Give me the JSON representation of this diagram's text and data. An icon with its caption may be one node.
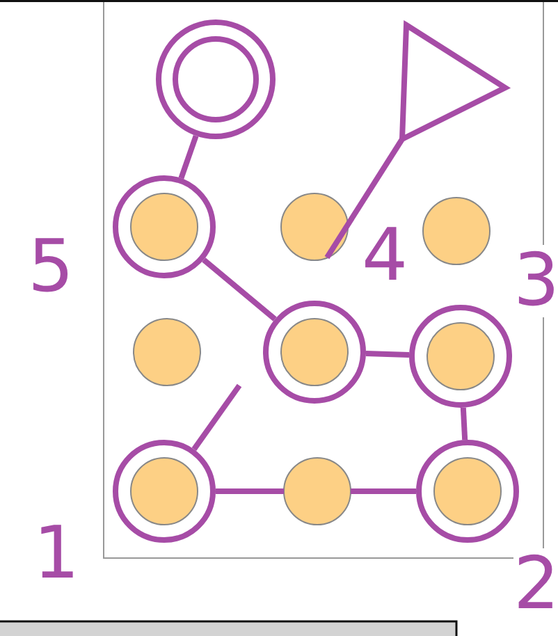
{
  "diagram": {
    "nodes": [
      {
        "text": [],
        "shape": "circle"
      },
      {
        "text": [],
        "shape": "triangle"
      },
      {
        "text": [],
        "shape": "ring"
      },
      {
        "text": [],
        "shape": "circle"
      },
      {
        "text": [],
        "shape": "circle"
      },
      {
        "text": [],
        "shape": "circle"
      },
      {
        "text": [],
        "shape": "ring"
      },
      {
        "text": [],
        "shape": "ring"
      },
      {
        "text": [],
        "shape": "ring"
      },
      {
        "text": [],
        "shape": "circle"
      },
      {
        "text": [],
        "shape": "ring"
      }
    ],
    "edges": [
      {
        "from": 0,
        "to": 2,
        "arrow": "none"
      },
      {
        "from": 2,
        "to": 6,
        "arrow": "none"
      },
      {
        "from": 6,
        "to": 7,
        "arrow": "none"
      },
      {
        "from": 7,
        "to": 10,
        "arrow": "none"
      },
      {
        "from": 10,
        "to": 9,
        "arrow": "none"
      },
      {
        "from": 9,
        "to": 8,
        "arrow": "none"
      },
      {
        "from": 8,
        "to": null,
        "arrow": "none"
      },
      {
        "from": 3,
        "to": 1,
        "arrow": "none"
      }
    ],
    "labels": [
      "5",
      "4",
      "3",
      "1",
      "2"
    ]
  }
}
